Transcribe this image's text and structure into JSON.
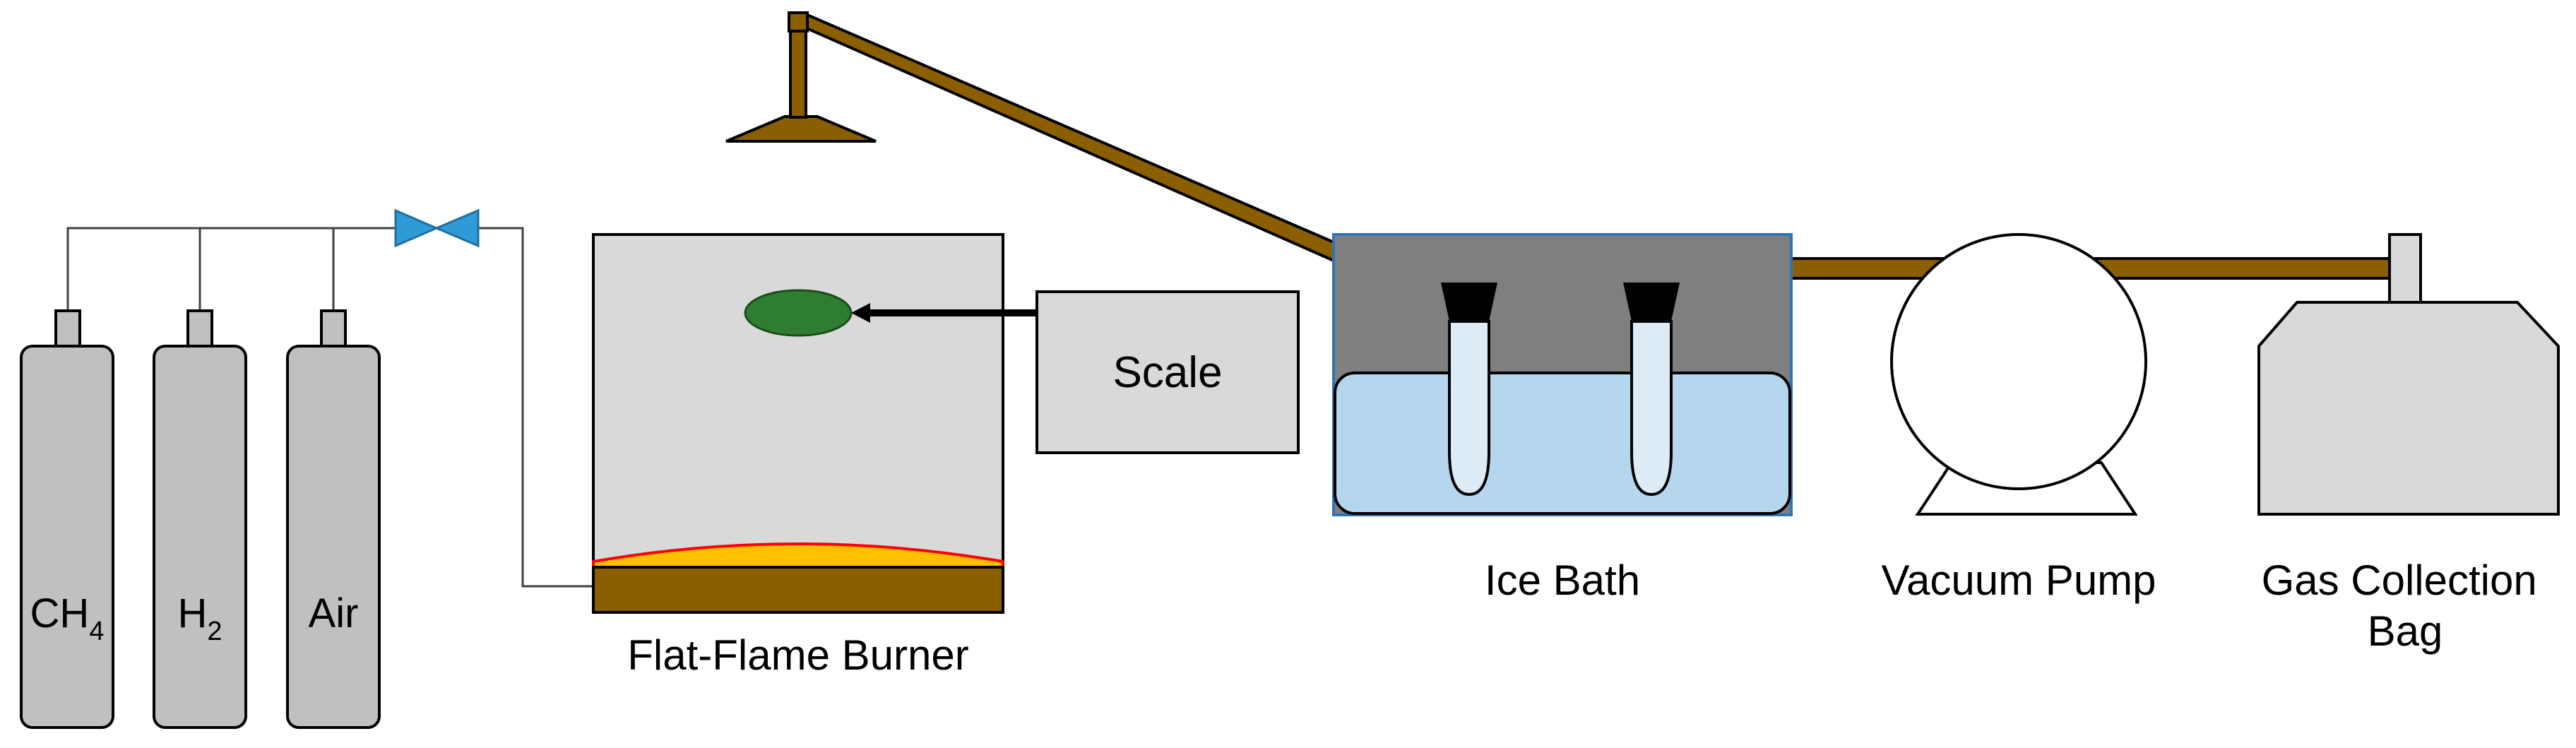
{
  "cylinders": [
    {
      "label": "CH",
      "sub": "4"
    },
    {
      "label": "H",
      "sub": "2"
    },
    {
      "label": "Air",
      "sub": ""
    }
  ],
  "labels": {
    "burner": "Flat-Flame Burner",
    "scale": "Scale",
    "ice_bath": "Ice Bath",
    "vacuum_pump": "Vacuum Pump",
    "gas_bag_line1": "Gas Collection",
    "gas_bag_line2": "Bag"
  },
  "colors": {
    "tube": "#8B5E00",
    "cylinder": "#C0C0C0",
    "chamber": "#D9D9D9",
    "flame": "#FFC000",
    "flame_edge": "#FF0000",
    "sample": "#2E7D32",
    "ice_water": "#B4D7EE",
    "ice_bath_top": "#7F7F7F",
    "valve": "#2E9BD6"
  }
}
